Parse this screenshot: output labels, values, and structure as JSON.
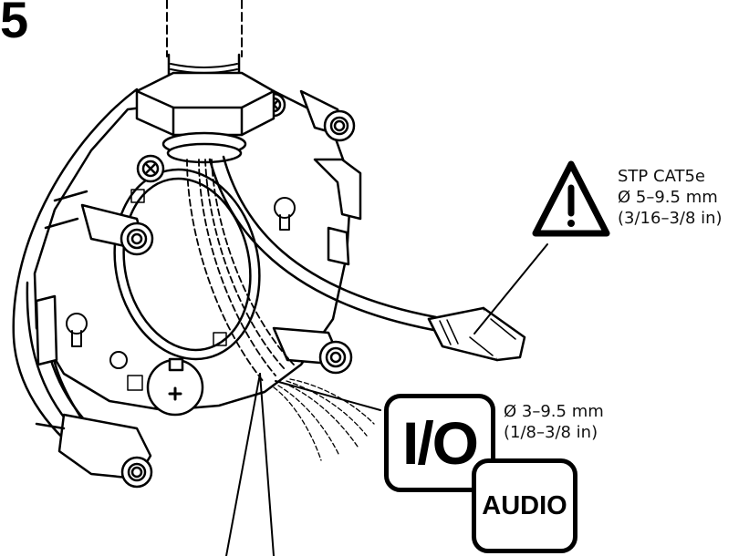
{
  "step": "5",
  "stp_spec": {
    "line1": "STP CAT5e",
    "line2": "Ø 5–9.5 mm",
    "line3": "(3/16–3/8 in)"
  },
  "io_spec": {
    "line1": "Ø 3–9.5 mm",
    "line2": "(1/8–3/8 in)"
  },
  "io_label": "I/O",
  "audio_label": "AUDIO",
  "colors": {
    "line": "#000000",
    "background": "#ffffff",
    "fill": "#ffffff"
  },
  "icons": [
    "warning-triangle-icon",
    "rj45-plug-icon"
  ]
}
